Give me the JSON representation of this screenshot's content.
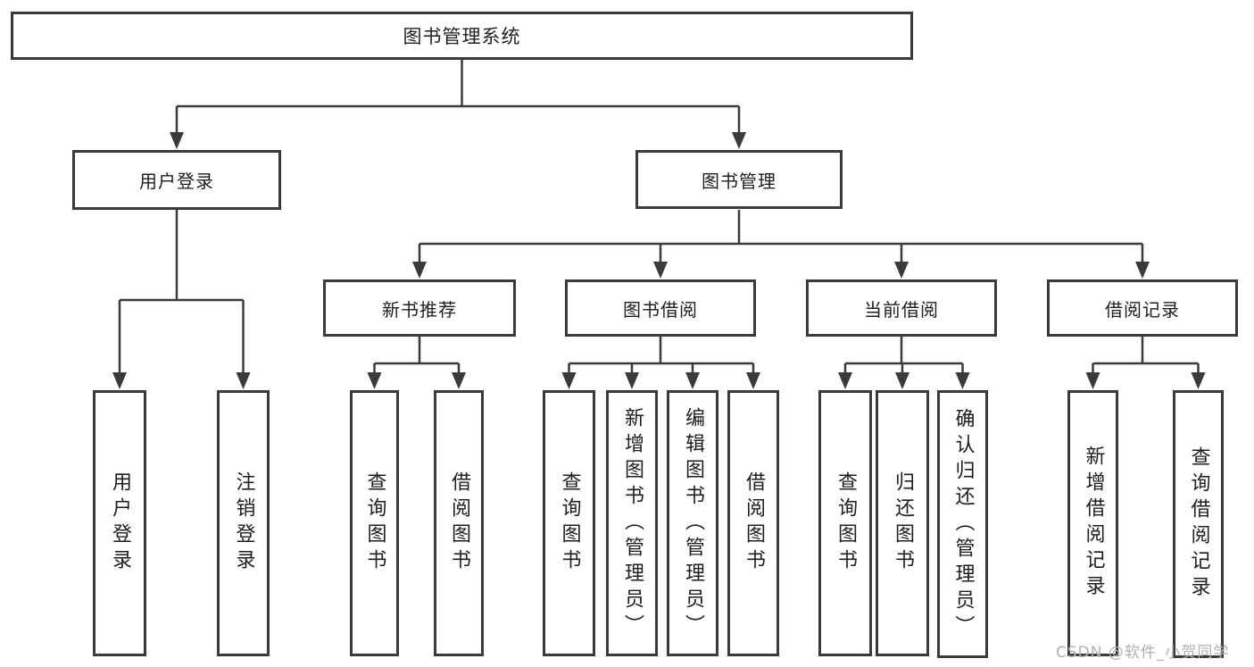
{
  "diagram_title": "图书管理系统",
  "watermark": "CSDN @软件_小贺同学",
  "colors": {
    "line": "#3a3a3a",
    "box_border": "#3a3a3a",
    "text": "#1e1e1e",
    "background": "#ffffff",
    "watermark": "#b3b0b0"
  },
  "tree": {
    "label": "图书管理系统",
    "children": [
      {
        "label": "用户登录",
        "children": [
          {
            "label": "用户登录"
          },
          {
            "label": "注销登录"
          }
        ]
      },
      {
        "label": "图书管理",
        "children": [
          {
            "label": "新书推荐",
            "children": [
              {
                "label": "查询图书"
              },
              {
                "label": "借阅图书"
              }
            ]
          },
          {
            "label": "图书借阅",
            "children": [
              {
                "label": "查询图书"
              },
              {
                "label": "新增图书（管理员）"
              },
              {
                "label": "编辑图书（管理员）"
              },
              {
                "label": "借阅图书"
              }
            ]
          },
          {
            "label": "当前借阅",
            "children": [
              {
                "label": "查询图书"
              },
              {
                "label": "归还图书"
              },
              {
                "label": "确认归还（管理员）"
              }
            ]
          },
          {
            "label": "借阅记录",
            "children": [
              {
                "label": "新增借阅记录"
              },
              {
                "label": "查询借阅记录"
              }
            ]
          }
        ]
      }
    ]
  }
}
